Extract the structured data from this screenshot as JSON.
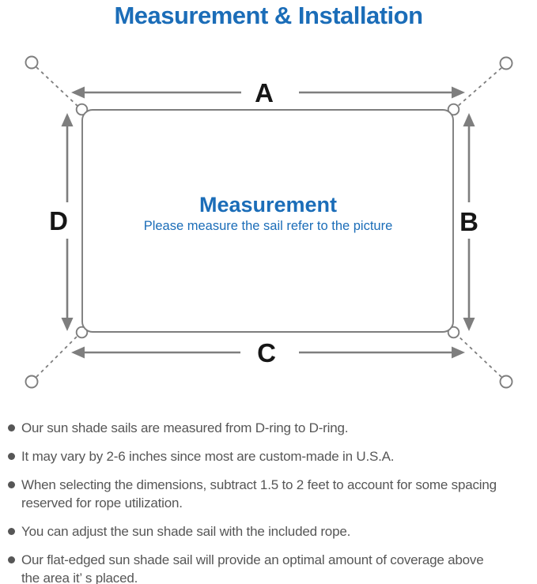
{
  "page_title": "Measurement & Installation",
  "diagram": {
    "center_title": "Measurement",
    "center_subtitle": "Please measure the sail refer to the picture",
    "dimension_labels": {
      "top": "A",
      "right": "B",
      "bottom": "C",
      "left": "D"
    },
    "colors": {
      "accent_blue": "#1b6db8",
      "line_gray": "#7e7e7e",
      "label_black": "#161616",
      "note_gray": "#565656"
    }
  },
  "notes": {
    "items": [
      {
        "lines": [
          "Our sun shade sails are measured from D-ring to D-ring."
        ]
      },
      {
        "lines": [
          "It may vary by 2-6 inches since most are custom-made in U.S.A."
        ]
      },
      {
        "lines": [
          "When selecting the dimensions, subtract 1.5 to 2 feet to account for some spacing",
          "reserved for rope utilization."
        ]
      },
      {
        "lines": [
          "You can adjust the sun shade sail with the included rope."
        ]
      },
      {
        "lines": [
          "Our flat-edged sun shade sail will provide an optimal amount of coverage above",
          "the area it’ s placed."
        ]
      }
    ]
  }
}
